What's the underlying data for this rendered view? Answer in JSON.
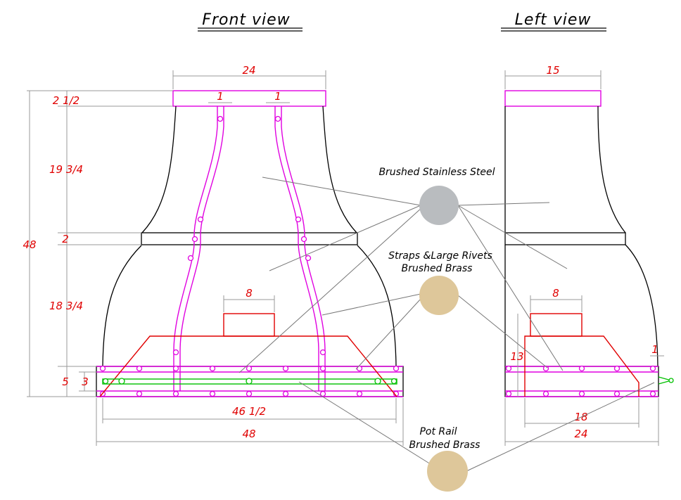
{
  "views": {
    "front": "Front view",
    "left": "Left view"
  },
  "materials": {
    "steel": "Brushed Stainless Steel",
    "straps_line1": "Straps &Large Rivets",
    "straps_line2": "Brushed Brass",
    "pot_rail_line1": "Pot Rail",
    "pot_rail_line2": "Brushed Brass"
  },
  "swatch_colors": {
    "steel": "#b9bcbf",
    "brass": "#dec79a"
  },
  "line_colors": {
    "outline": "#000000",
    "trim": "#e000e0",
    "hood_box": "#e00000",
    "pot_rail": "#00c000",
    "dimension_text": "#e00000"
  },
  "front_dims": {
    "top_width": "24",
    "strap_gap_left": "1",
    "strap_gap_right": "1",
    "crown_height": "2 1/2",
    "upper_height": "19 3/4",
    "band_height": "2",
    "lower_height": "18 3/4",
    "base_height": "5",
    "rail_height": "3",
    "total_height": "48",
    "box_width": "8",
    "inner_width": "46 1/2",
    "total_width": "48"
  },
  "left_dims": {
    "top_depth": "15",
    "box_depth": "8",
    "liner_height": "13",
    "rail_offset": "1",
    "liner_depth": "18",
    "total_depth": "24"
  }
}
